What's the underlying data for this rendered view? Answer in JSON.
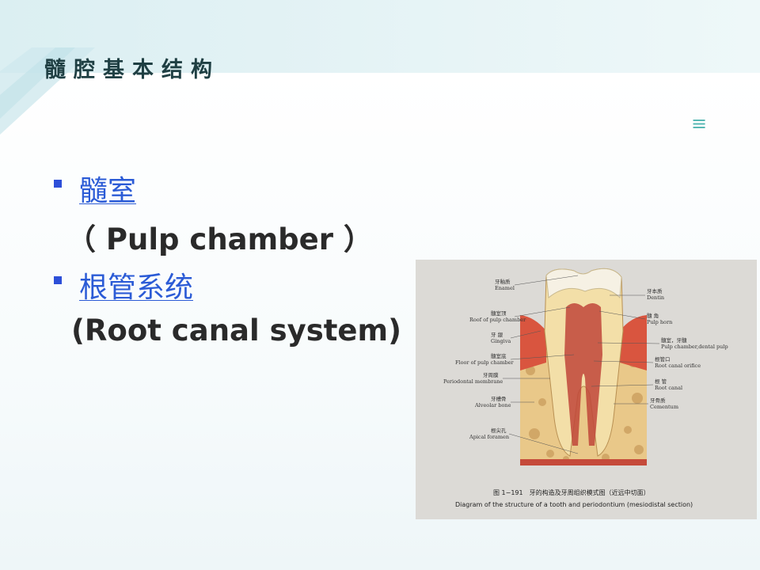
{
  "title": "髓腔基本结构",
  "menu": {
    "icon": "menu-lines-icon"
  },
  "bullets": [
    {
      "link": "髓室",
      "english": "（ Pulp chamber ）"
    },
    {
      "link": "根管系统",
      "english": "(Root canal system)"
    }
  ],
  "figure": {
    "labels_left": [
      {
        "cn": "牙釉质",
        "en": "Enamel"
      },
      {
        "cn": "髓室顶",
        "en": "Roof of pulp chamber"
      },
      {
        "cn": "牙 龈",
        "en": "Gingiva"
      },
      {
        "cn": "髓室底",
        "en": "Floor of pulp chamber"
      },
      {
        "cn": "牙周膜",
        "en": "Periodontal membrane"
      },
      {
        "cn": "牙槽骨",
        "en": "Alveolar bone"
      },
      {
        "cn": "根尖孔",
        "en": "Apical foramen"
      }
    ],
    "labels_right": [
      {
        "cn": "牙本质",
        "en": "Dentin"
      },
      {
        "cn": "髓 角",
        "en": "Pulp horn"
      },
      {
        "cn": "髓室，牙髓",
        "en": "Pulp chamber,dental pulp"
      },
      {
        "cn": "根管口",
        "en": "Root canal orifice"
      },
      {
        "cn": "根 管",
        "en": "Root canal"
      },
      {
        "cn": "牙骨质",
        "en": "Cementum"
      }
    ],
    "caption_cn": "图 1−191　牙的构造及牙周组织模式图（近远中切面）",
    "caption_en": "Diagram of the structure of a tooth and periodontium  (mesiodistal section)"
  }
}
